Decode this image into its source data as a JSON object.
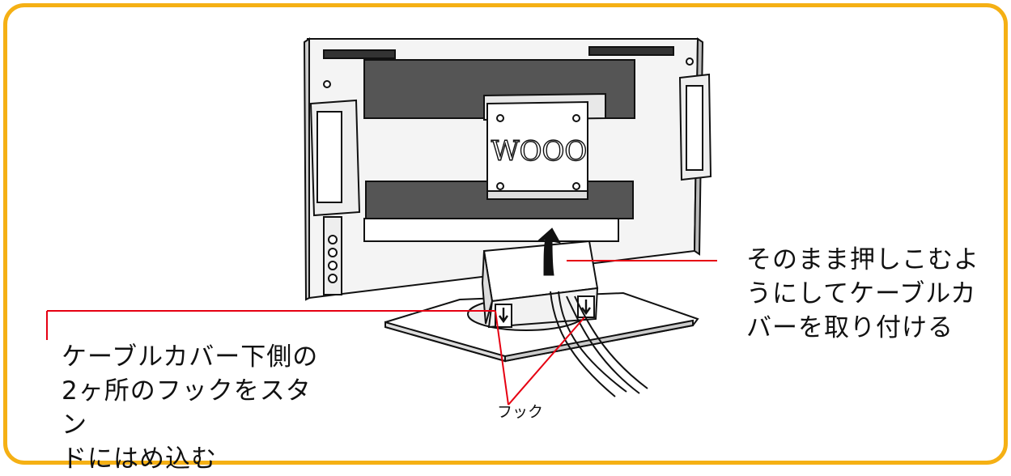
{
  "colors": {
    "frame_border": "#f5b014",
    "leader_line": "#e60012",
    "drawing_ink": "#111111"
  },
  "diagram": {
    "brand_logo_text": "WOOO",
    "callout_right": "そのまま押しこむよ\nうにしてケーブルカ\nバーを取り付ける",
    "callout_left": "ケーブルカバー下側の\n2ヶ所のフックをスタン\nドにはめ込む",
    "hook_label": "フック"
  }
}
